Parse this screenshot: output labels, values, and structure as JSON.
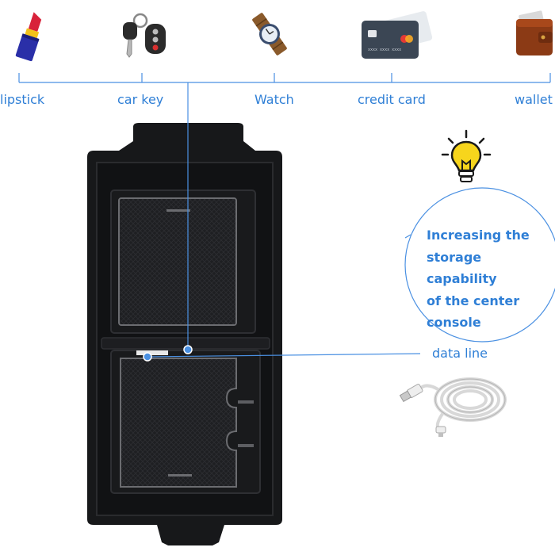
{
  "items": [
    {
      "label": "lipstick",
      "icon": "lipstick-icon"
    },
    {
      "label": "car key",
      "icon": "car-key-icon"
    },
    {
      "label": "Watch",
      "icon": "watch-icon"
    },
    {
      "label": "credit card",
      "icon": "credit-card-icon"
    },
    {
      "label": "wallet",
      "icon": "wallet-icon"
    }
  ],
  "feature": {
    "lines": [
      "Increasing the",
      "storage capability",
      "of the center",
      "console"
    ],
    "icon": "light-bulb-icon"
  },
  "cable": {
    "label": "data line",
    "icon": "usb-cable-icon"
  },
  "product": {
    "name": "center-console-organizer-tray"
  },
  "colors": {
    "accent": "#2f7fd6",
    "tray": "#1a1b1d"
  }
}
